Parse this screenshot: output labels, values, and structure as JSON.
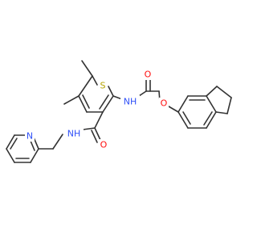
{
  "molecule": {
    "atom_colors": {
      "S": "#b5a300",
      "O": "#ff0d0d",
      "N": "#2f50f8",
      "NH": "#2f50f8",
      "H": "#2f50f8"
    },
    "labels": {
      "thiophene_S": "S",
      "amide1_O": "O",
      "amide1_NH": "NH",
      "amide2_NH": "NH",
      "amide2_O": "O",
      "ether_O": "O",
      "pyridine_N": "N"
    }
  }
}
